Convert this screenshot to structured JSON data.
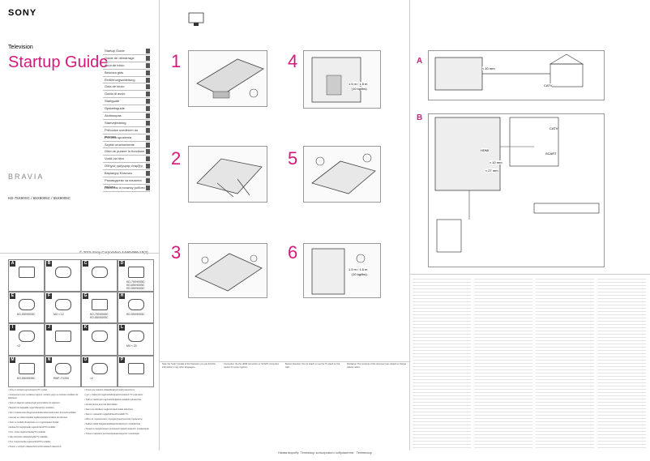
{
  "brand": "SONY",
  "product_type": "Television",
  "title": "Startup Guide",
  "series": "BRAVIA",
  "models": "KD-75X90SC / 65X9005C / 55X9005C",
  "copyright": "© 2015 Sony Corporation   4-565-956-15(2)",
  "languages": [
    "Startup Guide",
    "Guide de démarrage",
    "Guía de inicio",
    "Bekroza gids",
    "Einführungsanleitung",
    "Guia de início",
    "Guida di avvio",
    "Startguide",
    "Opstartsguide",
    "Aloitusopas",
    "Startvejledning",
    "Průvodce uvedením do provozu",
    "Príručka spustenia",
    "Szybki uruchomienie",
    "Ghid de punere în funcțiune",
    "Vodič za hitro",
    "Οδηγός γρήγορης έναρξης",
    "Başlangıç Kılavuzu",
    "Ръководство за начална работа",
    "Посібник із початку роботи"
  ],
  "steps": [
    "1",
    "2",
    "3",
    "4",
    "5",
    "6"
  ],
  "connection_letters": [
    "A",
    "B"
  ],
  "measurements": {
    "wall_gap": "≈ 10 mm",
    "clearance_a": "1.5 m / 1.5 m",
    "clearance_a_weight": "(10 kg/lbs)",
    "clearance_b": "1.5 m / 1.5 m",
    "clearance_b_weight": "(10 kg/lbs)",
    "cable_b": "≈ 10 mm",
    "cable_c": "≈ 27 mm"
  },
  "connection_labels": {
    "catv": "CATV",
    "catv2": "CATV",
    "hdmi": "HDMI",
    "scart": "SCART"
  },
  "accessories": [
    {
      "id": "A",
      "text": ""
    },
    {
      "id": "B",
      "text": ""
    },
    {
      "id": "C",
      "text": ""
    },
    {
      "id": "D",
      "text": "KD-75X9005C\nKD-65X9005C\nKD-55X9005C"
    },
    {
      "id": "E",
      "text": "KD-55X9005C"
    },
    {
      "id": "F",
      "text": "M4 × 12"
    },
    {
      "id": "G",
      "text": "KD-75X9005C\nKD-65X9005C"
    },
    {
      "id": "H",
      "text": "KD-55X9005C"
    },
    {
      "id": "I",
      "text": "×2"
    },
    {
      "id": "J",
      "text": ""
    },
    {
      "id": "K",
      "text": ""
    },
    {
      "id": "L",
      "text": "M4 × 20"
    },
    {
      "id": "M",
      "text": "KD-55X9005C"
    },
    {
      "id": "N",
      "text": "RMF-TX200"
    },
    {
      "id": "O",
      "text": "×2"
    },
    {
      "id": "P",
      "text": ""
    }
  ],
  "left_notes": [
    "• Only on limited region/country/TV model.",
    "• Uniquement pour certaines régions, certains pays ou certains modèles de téléviseur.",
    "• Solo en algunos países/regiones/modelos de televisor.",
    "• Beperkt tot bepaalde regio's/landen/tv-modellen.",
    "• Nur in bestimmten Regionen/Ländern/bei bestimmten Fernsehmodellen.",
    "• Apenas em determinadas regiões/países/modelos de televisor.",
    "• Solo su modelli di televisore e in regioni/paesi limitati.",
    "• Endast för begränsade regioner/land/TV-modeller.",
    "• Kun i visse regioner/lande/TV-modeller.",
    "• Vain tietyissä maissa/tietyillä TV-malleilla.",
    "• Kun i begrensede regioner/land/TV-modeller.",
    "• Pouze v určitých oblastech/zemích/modelech televizorů."
  ],
  "mid_notes": [
    "• Pouze pre niektoré oblasti/krajiny/modely televízorov.",
    "• Len v niektorých regiónoch/krajinách/modeloch TV prijímačov.",
    "• Tylko w niektórych regionach/krajach/modelach telewizorów.",
    "• Numai pentru anumite țări/modele.",
    "• Samo za određene regije/zemlje/modele televizora.",
    "• Samo v nekaterih regijah/državah/modelih TV.",
    "• Μόνο σε περιορισμένες περιοχές/χώρες/μοντέλα τηλεόρασης.",
    "• Sadece belirli bölgelerde/ülkelerde/televizyon modellerinde.",
    "• Только в определенных регионах/странах/ моделях телевизоров.",
    "• Тільки в окремих регіонах/країнах/моделях телевізорів."
  ],
  "body_columns": [
    "Note Via \"Help\" (Guida) of the Television you can find this information in any other languages...",
    "Connection Via the HDMI connection or SCART connection (option for some regions).",
    "Bouton Attention: Do not attach or use the TV stand on the wall...",
    "Disclaimer The contents of this document are subject to change without notice."
  ],
  "footer": "Назва виробу: Телевізор кольорового зображення · Телевизор"
}
